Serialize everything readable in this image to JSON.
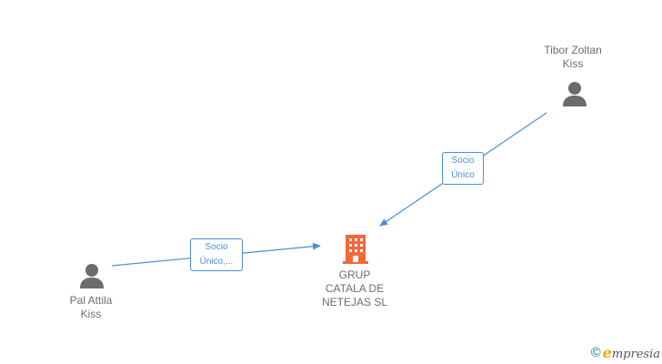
{
  "nodes": {
    "tibor": {
      "name_line1": "Tibor Zoltan",
      "name_line2": "Kiss",
      "icon": "person-icon"
    },
    "pal": {
      "name_line1": "Pal Attila",
      "name_line2": "Kiss",
      "icon": "person-icon"
    },
    "company": {
      "name_line1": "GRUP",
      "name_line2": "CATALA DE",
      "name_line3": "NETEJAS SL",
      "icon": "building-icon"
    }
  },
  "edges": {
    "tibor_to_company": {
      "line1": "Socio",
      "line2": "Único"
    },
    "pal_to_company": {
      "line1": "Socio",
      "line2": "Único,..."
    }
  },
  "footer": {
    "copyright_symbol": "©",
    "brand_first_letter": "e",
    "brand_rest": "mpresia"
  },
  "colors": {
    "edge": "#4a90d9",
    "person": "#6b6b6b",
    "company": "#f26a3a",
    "text": "#6d6d6d"
  }
}
